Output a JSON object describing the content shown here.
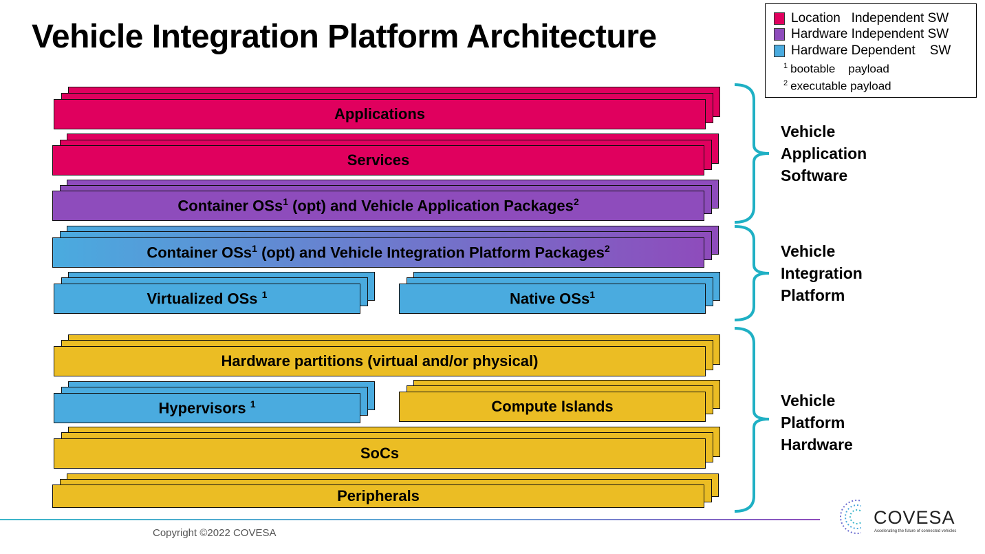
{
  "title": "Vehicle Integration Platform Architecture",
  "legend": {
    "items": [
      {
        "label": "Location   Independent SW",
        "color": "#e0005e"
      },
      {
        "label": "Hardware Independent SW",
        "color": "#8e4cbc"
      },
      {
        "label": "Hardware Dependent    SW",
        "color": "#4aabdf"
      }
    ],
    "notes": [
      {
        "num": "1",
        "text": "bootable    payload"
      },
      {
        "num": "2",
        "text": "executable payload"
      }
    ]
  },
  "layers": {
    "applications": "Applications",
    "services": "Services",
    "container_app": {
      "text": "Container OSs",
      "sup1": "1",
      "text2": " (opt) and Vehicle Application Packages",
      "sup2": "2"
    },
    "container_vip": {
      "text": "Container OSs",
      "sup1": "1",
      "text2": " (opt) and Vehicle Integration Platform Packages",
      "sup2": "2"
    },
    "virtualized_os": {
      "text": "Virtualized OSs ",
      "sup": "1"
    },
    "native_os": {
      "text": "Native OSs",
      "sup": "1"
    },
    "hw_partitions": "Hardware partitions (virtual and/or physical)",
    "hypervisors": {
      "text": "Hypervisors ",
      "sup": "1"
    },
    "compute_islands": "Compute Islands",
    "socs": "SoCs",
    "peripherals": "Peripherals"
  },
  "groups": {
    "application_sw": "Vehicle\nApplication\nSoftware",
    "integration_platform": "Vehicle\nIntegration\nPlatform",
    "platform_hw": "Vehicle\nPlatform\nHardware"
  },
  "colors": {
    "location_independent": "#e0005e",
    "hardware_independent": "#8e4cbc",
    "hardware_dependent": "#4aabdf",
    "hardware": "#ebbd24",
    "brace": "#1fb0c4"
  },
  "footer": {
    "copyright": "Copyright ©2022 COVESA",
    "logo_text": "COVESA",
    "logo_tagline": "Accelerating the future of connected vehicles"
  }
}
